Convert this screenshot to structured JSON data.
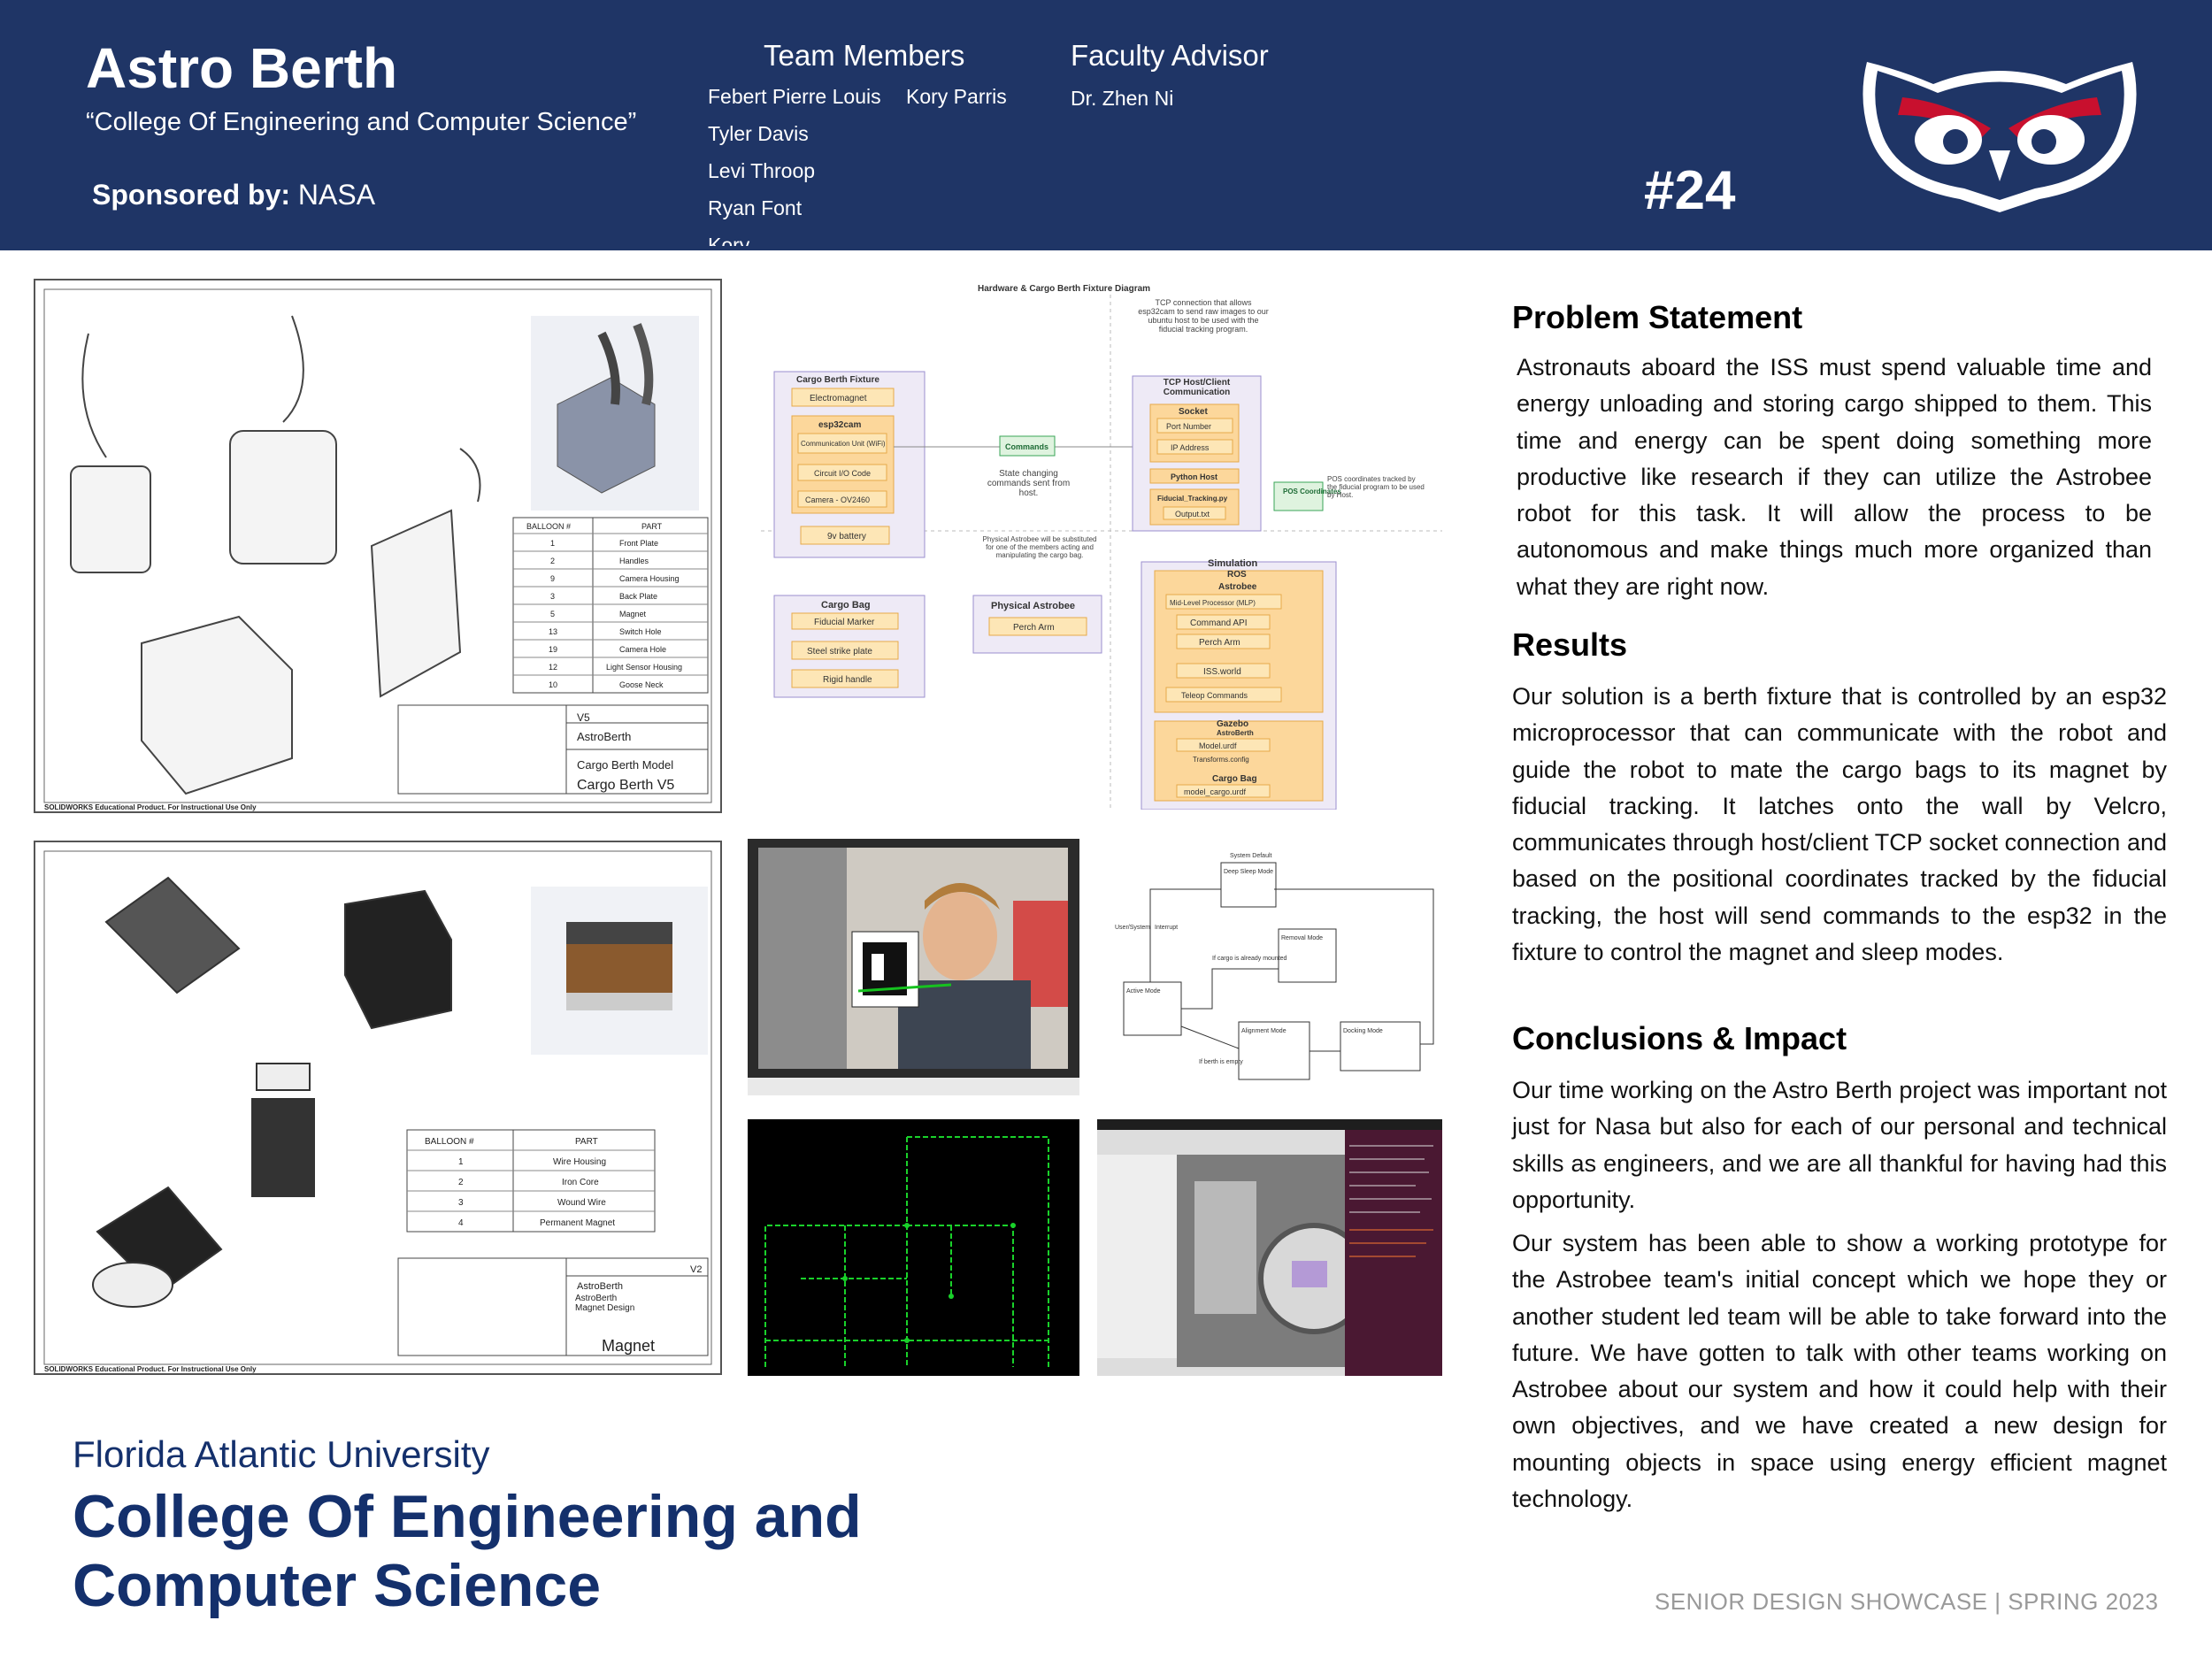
{
  "header": {
    "title": "Astro Berth",
    "subtitle": "“College Of Engineering and Computer Science”",
    "sponsor_label": "Sponsored by:",
    "sponsor_name": "NASA",
    "team_title": "Team Members",
    "members": [
      "Febert Pierre Louis",
      "Kory Parris",
      "Tyler Davis",
      "Levi Throop",
      "Ryan Font",
      "Kory"
    ],
    "advisor_title": "Faculty Advisor",
    "advisor_name": "Dr. Zhen Ni",
    "team_number": "#24"
  },
  "colors": {
    "header_bg": "#1f3566",
    "owl_red": "#c8102e",
    "owl_navy": "#1f3566",
    "fau_blue": "#14306c"
  },
  "figures": {
    "drawing1": {
      "title_block_name": "AstroBerth",
      "title_block_model": "Cargo Berth Model",
      "title_block_part": "Cargo Berth V5",
      "rev": "V5",
      "footer": "SOLIDWORKS Educational Product. For Instructional Use Only",
      "bom_headers": [
        "BALLOON #",
        "PART"
      ],
      "bom_rows": [
        [
          "1",
          "Front Plate"
        ],
        [
          "2",
          "Handles"
        ],
        [
          "9",
          "Camera Housing"
        ],
        [
          "3",
          "Back Plate"
        ],
        [
          "5",
          "Magnet"
        ],
        [
          "13",
          "Switch Hole"
        ],
        [
          "19",
          "Camera Hole"
        ],
        [
          "12",
          "Light Sensor Housing"
        ],
        [
          "10",
          "Goose Neck"
        ]
      ]
    },
    "diagram": {
      "title": "Hardware & Cargo Berth Fixture Diagram",
      "tcp_note": "TCP connection that allows esp32cam to send raw images to our ubuntu host to be used with the fiducial tracking program.",
      "fixture_title": "Cargo Berth Fixture",
      "electromagnet": "Electromagnet",
      "esp32cam": "esp32cam",
      "comm_unit": "Communication Unit (WiFi)",
      "circuit": "Circuit I/O Code",
      "camera": "Camera - OV2460",
      "battery": "9v battery",
      "commands": "Commands",
      "state_note": "State changing commands sent from host.",
      "host_title": "TCP Host/Client Communication",
      "socket": "Socket",
      "port": "Port Number",
      "ip": "IP Address",
      "python_host": "Python Host",
      "fiducial_py": "Fiducial_Tracking.py",
      "output": "Output.txt",
      "pos": "POS Coordinates",
      "pos_note": "POS coordinates tracked by the fiducial program to be used by Host.",
      "physical_note": "Physical Astrobee will be substituted for one of the members acting and manipulating the cargo bag.",
      "cargo_bag": "Cargo Bag",
      "fiducial_marker": "Fiducial Marker",
      "steel": "Steel strike plate",
      "rigid": "Rigid handle",
      "physical_astrobee": "Physical Astrobee",
      "perch_arm": "Perch Arm",
      "simulation": "Simulation",
      "ros": "ROS",
      "astrobee": "Astrobee",
      "mlp": "Mid-Level Processor (MLP)",
      "command_api": "Command API",
      "perch_arm2": "Perch Arm",
      "iss_world": "ISS.world",
      "teleop": "Teleop Commands",
      "gazebo": "Gazebo",
      "astroberth": "AstroBerth",
      "model_urdf": "Model.urdf",
      "transforms": "Transforms.config",
      "cargo_bag2": "Cargo Bag",
      "model_cargo": "model_cargo.urdf"
    },
    "drawing2": {
      "title_block_name": "AstroBerth",
      "title_block_model": "AstroBerth Magnet Design",
      "title_block_part": "Magnet",
      "rev": "V2",
      "footer": "SOLIDWORKS Educational Product. For Instructional Use Only",
      "bom_headers": [
        "BALLOON #",
        "PART"
      ],
      "bom_rows": [
        [
          "1",
          "Wire Housing"
        ],
        [
          "2",
          "Iron Core"
        ],
        [
          "3",
          "Wound Wire"
        ],
        [
          "4",
          "Permanent Magnet"
        ]
      ]
    },
    "state_diagram": {
      "default": "System Default",
      "deep_sleep": "Deep Sleep Mode",
      "user_system": "User/System",
      "interrupt": "Interrupt",
      "removal": "Removal Mode",
      "if_cargo": "If cargo is already mounted",
      "active": "Active Mode",
      "alignment": "Alignment Mode",
      "docking": "Docking Mode",
      "if_berth": "If berth is empty"
    }
  },
  "problem": {
    "title": "Problem Statement",
    "body": "Astronauts aboard the ISS must spend valuable time and energy unloading and storing cargo shipped to them. This time and energy can be spent doing something more productive like research if they can utilize the Astrobee robot for this task. It will allow the process to be autonomous and make things much more organized than what they are right now."
  },
  "results": {
    "title": "Results",
    "body": "Our solution is a berth fixture that is controlled by an esp32 microprocessor that can communicate with the robot and guide the robot to mate the cargo bags to its magnet by fiducial tracking. It latches onto the wall by Velcro, communicates through host/client TCP socket connection and based on the positional coordinates tracked by the fiducial tracking, the host will send commands to the esp32 in the fixture to control the magnet and sleep modes."
  },
  "conclusions": {
    "title": "Conclusions & Impact",
    "body1": "Our time working on the Astro Berth project was important not just for Nasa but also for each of our personal and technical skills as engineers, and we are all thankful for having had this opportunity.",
    "body2": "Our system has been able to show a working prototype for the Astrobee team's initial concept which we hope they or another student led team will be able to take forward into the future. We have gotten to talk with other teams working on Astrobee about our system and how it could help with their own objectives, and we have created a new design for mounting objects in space using energy efficient magnet technology."
  },
  "footer": {
    "university": "Florida Atlantic University",
    "college": "College Of Engineering and Computer Science",
    "showcase": "SENIOR DESIGN SHOWCASE | SPRING 2023"
  }
}
